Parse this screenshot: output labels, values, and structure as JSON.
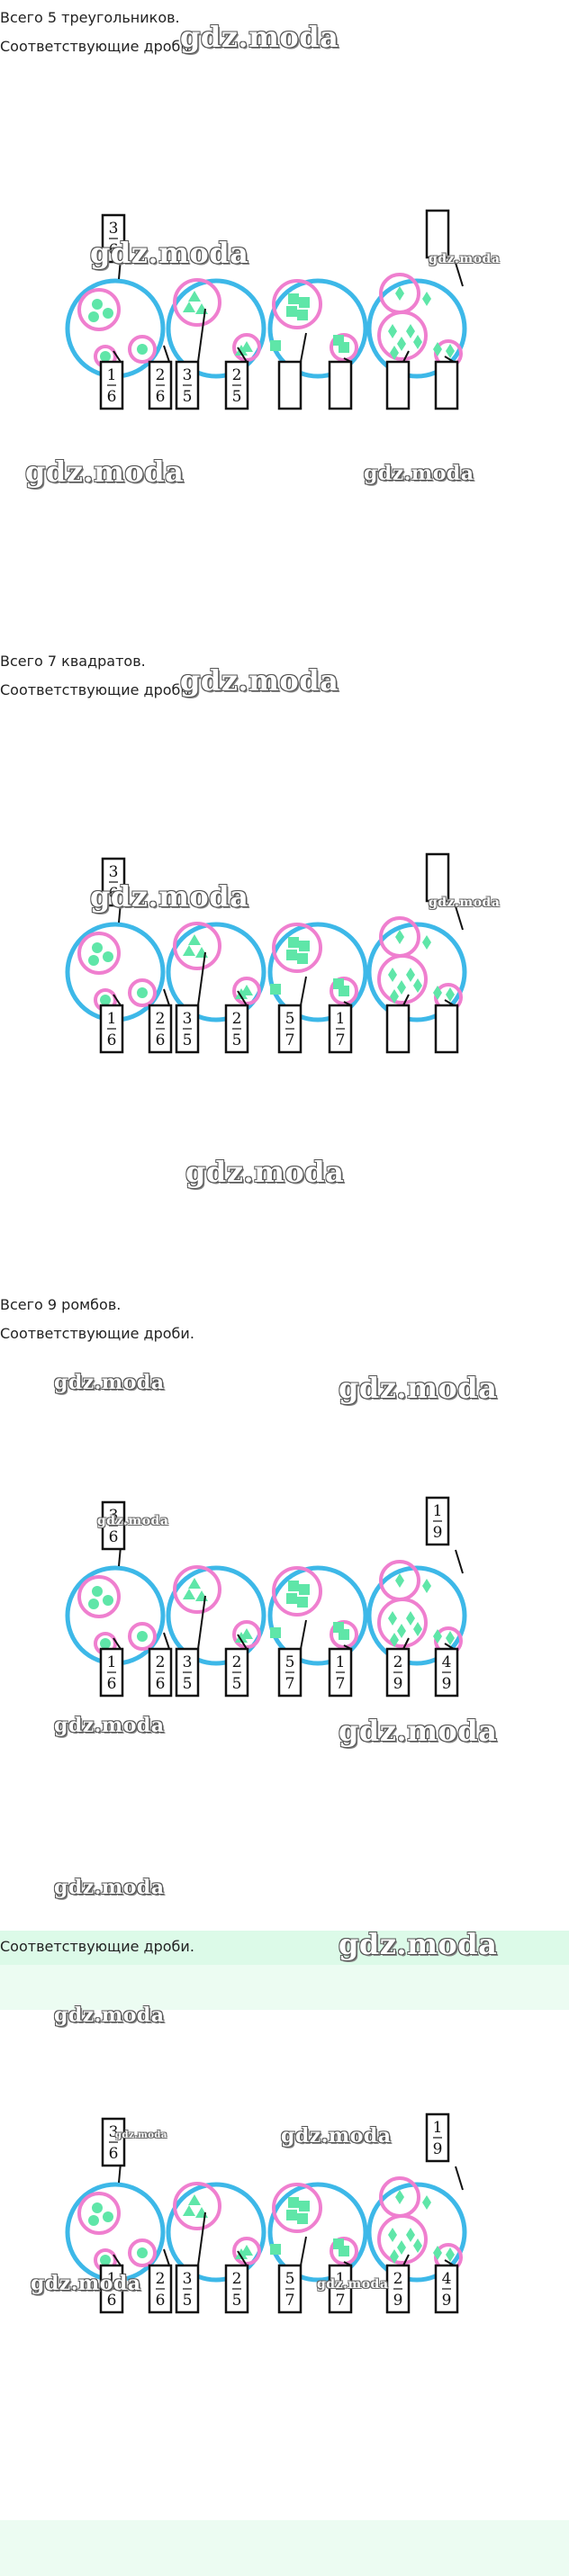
{
  "sections": [
    {
      "line1": "Всего 5 треугольников.",
      "line2": "Соответствующие дроби.",
      "fractions": [
        [
          "3",
          "6"
        ],
        [
          "1",
          "6"
        ],
        [
          "2",
          "6"
        ],
        [
          "3",
          "5"
        ],
        [
          "2",
          "5"
        ],
        [
          "",
          ""
        ],
        [
          "",
          ""
        ],
        [
          "",
          ""
        ],
        [
          "",
          ""
        ],
        [
          "",
          ""
        ]
      ]
    },
    {
      "line1": "Всего 7 квадратов.",
      "line2": "Соответствующие дроби.",
      "fractions": [
        [
          "3",
          "6"
        ],
        [
          "1",
          "6"
        ],
        [
          "2",
          "6"
        ],
        [
          "3",
          "5"
        ],
        [
          "2",
          "5"
        ],
        [
          "5",
          "7"
        ],
        [
          "1",
          "7"
        ],
        [
          "",
          ""
        ],
        [
          "",
          ""
        ],
        [
          "",
          ""
        ]
      ]
    },
    {
      "line1": "Всего 9 ромбов.",
      "line2": "Соответствующие дроби.",
      "fractions": [
        [
          "3",
          "6"
        ],
        [
          "1",
          "6"
        ],
        [
          "2",
          "6"
        ],
        [
          "3",
          "5"
        ],
        [
          "2",
          "5"
        ],
        [
          "5",
          "7"
        ],
        [
          "1",
          "7"
        ],
        [
          "1",
          "9"
        ],
        [
          "2",
          "9"
        ],
        [
          "4",
          "9"
        ]
      ]
    },
    {
      "line2": "Соответствующие дроби.",
      "fractions": [
        [
          "3",
          "6"
        ],
        [
          "1",
          "6"
        ],
        [
          "2",
          "6"
        ],
        [
          "3",
          "5"
        ],
        [
          "2",
          "5"
        ],
        [
          "5",
          "7"
        ],
        [
          "1",
          "7"
        ],
        [
          "1",
          "9"
        ],
        [
          "2",
          "9"
        ],
        [
          "4",
          "9"
        ]
      ]
    }
  ],
  "watermark": "gdz.moda",
  "colors": {
    "outer_circle": "#3db8e8",
    "inner_circle": "#ef7fcf",
    "shape": "#5fe6a8",
    "band": "#dcfae8"
  }
}
